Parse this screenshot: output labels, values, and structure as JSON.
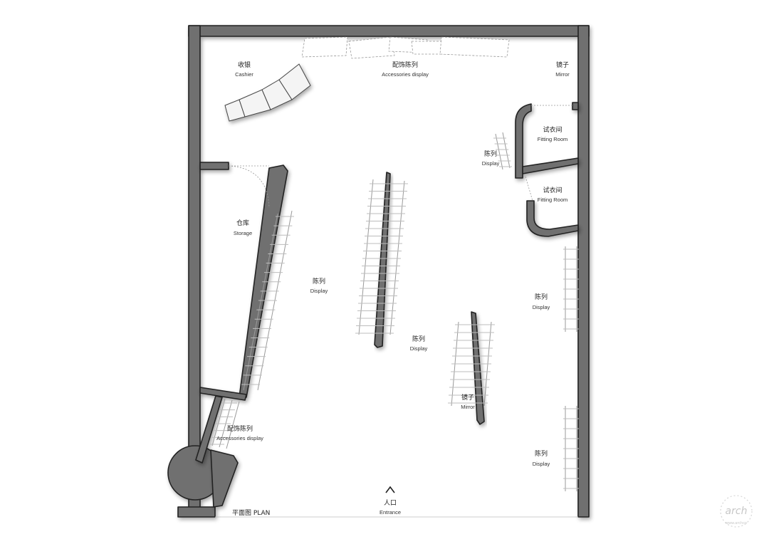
{
  "labels": {
    "cashier": {
      "zh": "收银",
      "en": "Cashier"
    },
    "accessories_top": {
      "zh": "配饰陈列",
      "en": "Accessories display"
    },
    "mirror_top": {
      "zh": "镜子",
      "en": "Mirror"
    },
    "fitting_room_1": {
      "zh": "试衣间",
      "en": "Fitting Room"
    },
    "fitting_room_2": {
      "zh": "试衣间",
      "en": "Fitting Room"
    },
    "display_right_top": {
      "zh": "陈列",
      "en": "Display"
    },
    "storage": {
      "zh": "仓库",
      "en": "Storage"
    },
    "display_left": {
      "zh": "陈列",
      "en": "Display"
    },
    "display_center": {
      "zh": "陈列",
      "en": "Display"
    },
    "display_right_mid": {
      "zh": "陈列",
      "en": "Display"
    },
    "mirror_center": {
      "zh": "镜子",
      "en": "Mirror"
    },
    "accessories_bottom": {
      "zh": "配饰陈列",
      "en": "Accessories display"
    },
    "display_right_bottom": {
      "zh": "陈列",
      "en": "Display"
    },
    "entrance": {
      "zh": "人口",
      "en": "Entrance"
    }
  },
  "plan_title": "平面图 PLAN",
  "watermark": {
    "text": "arch",
    "url": "www.archcn"
  }
}
